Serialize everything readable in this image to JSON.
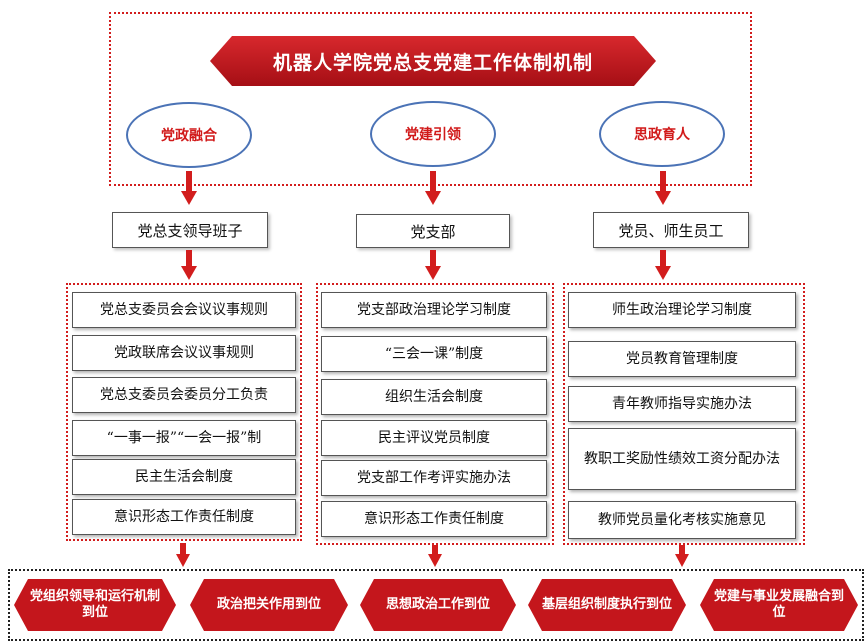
{
  "title": "机器人学院党总支党建工作体制机制",
  "themes": [
    {
      "label": "党政融合"
    },
    {
      "label": "党建引领"
    },
    {
      "label": "思政育人"
    }
  ],
  "levels": [
    {
      "label": "党总支领导班子"
    },
    {
      "label": "党支部"
    },
    {
      "label": "党员、师生员工"
    }
  ],
  "columns": [
    {
      "items": [
        "党总支委员会会议议事规则",
        "党政联席会议议事规则",
        "党总支委员会委员分工负责",
        "“一事一报”“一会一报”制",
        "民主生活会制度",
        "意识形态工作责任制度"
      ]
    },
    {
      "items": [
        "党支部政治理论学习制度",
        "“三会一课”制度",
        "组织生活会制度",
        "民主评议党员制度",
        "党支部工作考评实施办法",
        "意识形态工作责任制度"
      ]
    },
    {
      "items": [
        "师生政治理论学习制度",
        "党员教育管理制度",
        "青年教师指导实施办法",
        "教职工奖励性绩效工资分配办法",
        "教师党员量化考核实施意见"
      ]
    }
  ],
  "outcomes": [
    {
      "label": "党组织领导和运行机制到位"
    },
    {
      "label": "政治把关作用到位"
    },
    {
      "label": "思想政治工作到位"
    },
    {
      "label": "基层组织制度执行到位"
    },
    {
      "label": "党建与事业发展融合到位"
    }
  ],
  "colors": {
    "primary_red": "#c4161c",
    "ellipse_border": "#4b73b6",
    "theme_text": "#d11a1a"
  }
}
